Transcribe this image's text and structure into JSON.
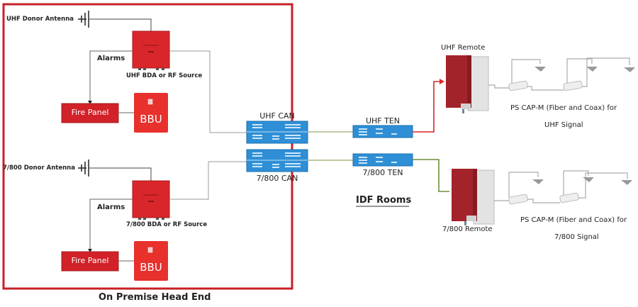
{
  "head_end": {
    "title": "On Premise Head End",
    "uhf": {
      "donor_antenna": "UHF Donor Antenna",
      "alarms": "Alarms",
      "bda": "UHF BDA or RF Source",
      "fire_panel": "Fire Panel",
      "bbu": "BBU"
    },
    "band800": {
      "donor_antenna": "7/800 Donor Antenna",
      "alarms": "Alarms",
      "bda": "7/800 BDA or RF Source",
      "fire_panel": "Fire Panel",
      "bbu": "BBU"
    },
    "uhf_can": "UHF CAN",
    "can_800": "7/800 CAN"
  },
  "idf": {
    "title": "IDF Rooms",
    "uhf_ten": "UHF TEN",
    "ten_800": "7/800 TEN"
  },
  "remotes": {
    "uhf_remote": "UHF Remote",
    "uhf_cap_line1": "PS CAP-M (Fiber and Coax) for",
    "uhf_cap_line2": "UHF Signal",
    "remote_800": "7/800 Remote",
    "cap800_line1": "PS CAP-M (Fiber and Coax) for",
    "cap800_line2": "7/800 Signal"
  },
  "colors": {
    "border_red": "#c8202a",
    "device_red": "#d9262b",
    "remote_red": "#a3232b",
    "can_blue": "#2e8fd6",
    "uhf_link": "#d9262b",
    "band800_link": "#6f8f3a",
    "fiber_green": "#9aab6a"
  }
}
